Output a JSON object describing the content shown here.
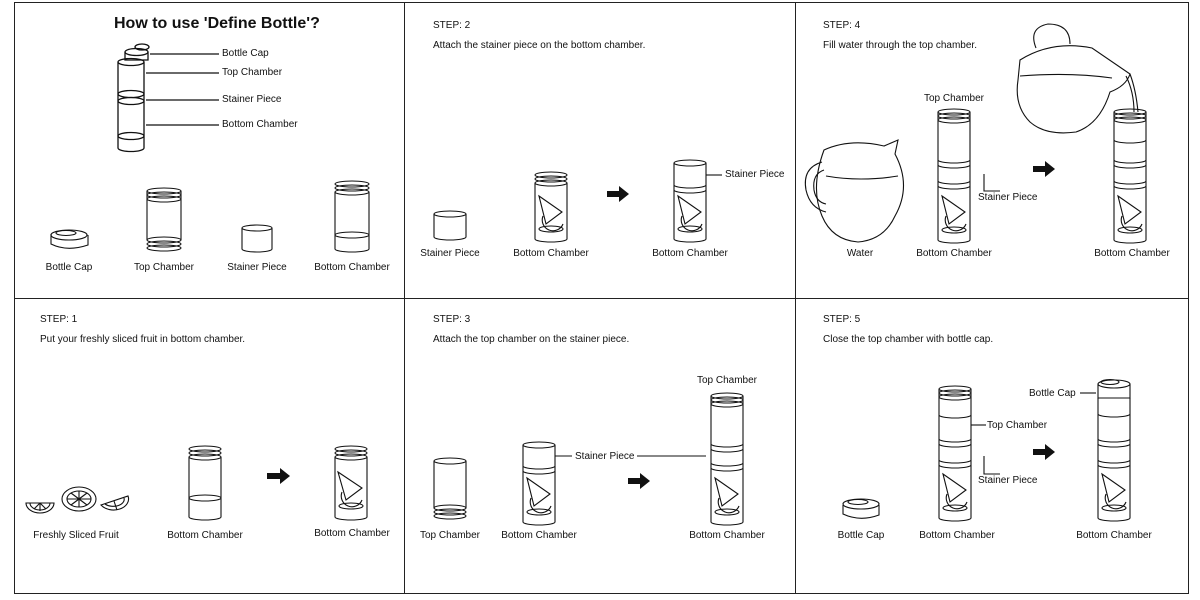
{
  "title": "How to use 'Define Bottle'?",
  "intro": {
    "callouts": [
      "Bottle Cap",
      "Top Chamber",
      "Stainer Piece",
      "Bottom Chamber"
    ],
    "parts": [
      "Bottle Cap",
      "Top Chamber",
      "Stainer Piece",
      "Bottom Chamber"
    ]
  },
  "step1": {
    "heading": "STEP: 1",
    "instruction": "Put your freshly sliced fruit in bottom chamber.",
    "labels": [
      "Freshly Sliced Fruit",
      "Bottom Chamber",
      "Bottom Chamber"
    ]
  },
  "step2": {
    "heading": "STEP: 2",
    "instruction": "Attach the stainer piece on the bottom chamber.",
    "labels": [
      "Stainer Piece",
      "Bottom Chamber",
      "Bottom Chamber"
    ],
    "callout": "Stainer Piece"
  },
  "step3": {
    "heading": "STEP: 3",
    "instruction": "Attach the top chamber on the stainer piece.",
    "labels": [
      "Top Chamber",
      "Bottom Chamber",
      "Bottom Chamber"
    ],
    "callouts": [
      "Stainer Piece",
      "Top Chamber"
    ]
  },
  "step4": {
    "heading": "STEP: 4",
    "instruction": "Fill water through the top chamber.",
    "labels": [
      "Water",
      "Bottom Chamber",
      "Bottom Chamber"
    ],
    "callouts": [
      "Top Chamber",
      "Stainer Piece"
    ]
  },
  "step5": {
    "heading": "STEP: 5",
    "instruction": "Close the top chamber with bottle cap.",
    "labels": [
      "Bottle Cap",
      "Bottom Chamber",
      "Bottom Chamber"
    ],
    "callouts": [
      "Top Chamber",
      "Stainer Piece",
      "Bottle Cap"
    ]
  }
}
